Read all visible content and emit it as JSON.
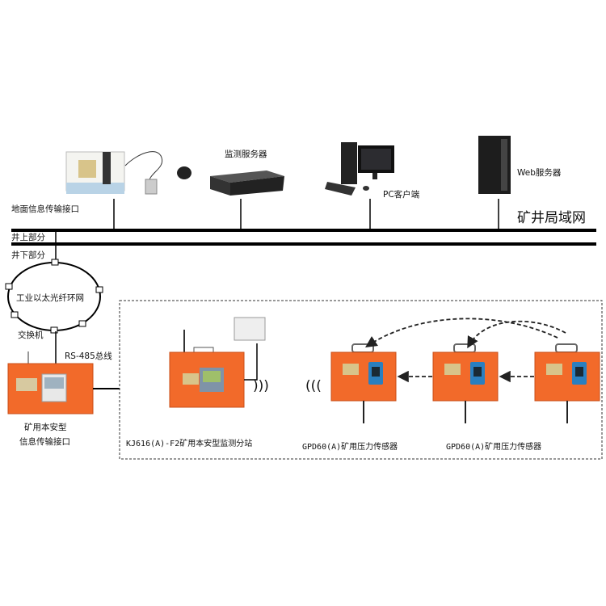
{
  "surface": {
    "surface_interface_label": "地面信息传输接口",
    "monitor_server_label": "监测服务器",
    "pc_client_label": "PC客户端",
    "web_server_label": "Web服务器",
    "lan_label": "矿井局域网",
    "above_ground_label": "井上部分",
    "below_ground_label": "井下部分"
  },
  "underground": {
    "ring_label": "工业以太光纤环网",
    "switch_label": "交换机",
    "bus_label": "RS-485总线",
    "interface_label_line1": "矿用本安型",
    "interface_label_line2": "信息传输接口",
    "substation_label": "KJ616(A)-F2矿用本安型监测分站",
    "sensor_labels": [
      "GPD60(A)矿用压力传感器",
      "GPD60(A)矿用压力传感器"
    ]
  },
  "colors": {
    "device_orange": "#f26a2a",
    "line": "#000000",
    "sensor_screen": "#2a7fc0"
  }
}
